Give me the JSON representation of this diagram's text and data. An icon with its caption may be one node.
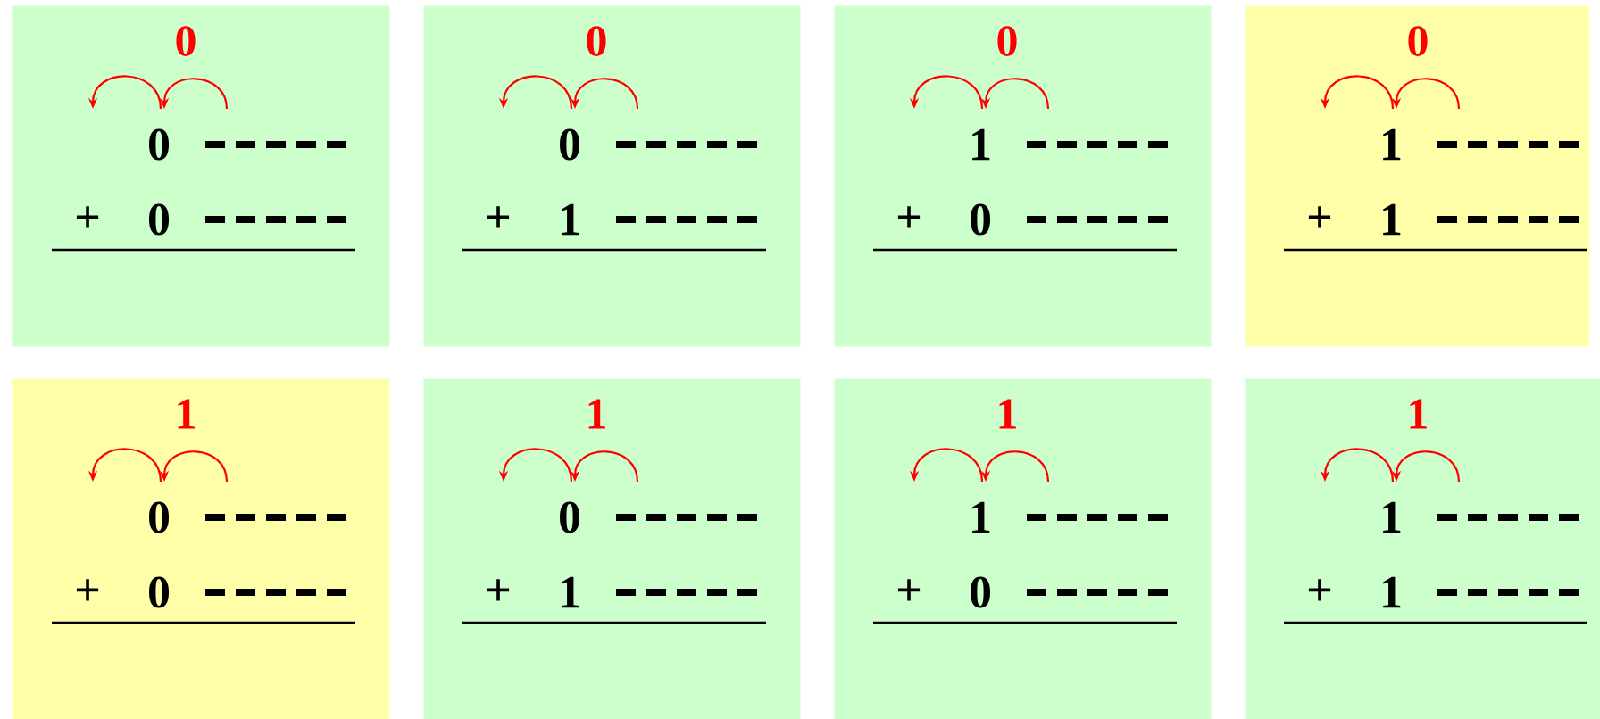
{
  "diagram": {
    "nodes": [
      {
        "text": [
          "0",
          "0",
          "+",
          "0"
        ]
      },
      {
        "text": [
          "0",
          "0",
          "+",
          "1"
        ]
      },
      {
        "text": [
          "0",
          "1",
          "+",
          "0"
        ]
      },
      {
        "text": [
          "0",
          "1",
          "+",
          "1"
        ]
      },
      {
        "text": [
          "1",
          "0",
          "+",
          "0"
        ]
      },
      {
        "text": [
          "1",
          "0",
          "+",
          "1"
        ]
      },
      {
        "text": [
          "1",
          "1",
          "+",
          "0"
        ]
      },
      {
        "text": [
          "1",
          "1",
          "+",
          "1"
        ]
      }
    ]
  }
}
